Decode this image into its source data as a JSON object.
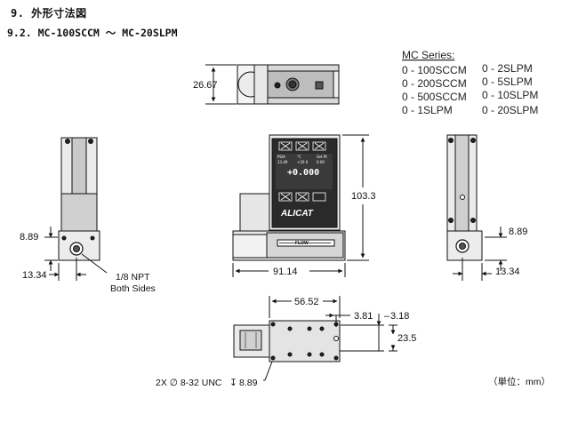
{
  "header": {
    "section": "9. 外形寸法図",
    "subsection": "9.2. MC-100SCCM ～ MC-20SLPM"
  },
  "series_box": {
    "title": "MC Series:",
    "col1": [
      "0 - 100SCCM",
      "0 - 200SCCM",
      "0 - 500SCCM",
      "0 - 1SLPM"
    ],
    "col2": [
      "0 - 2SLPM",
      "0 - 5SLPM",
      "0 - 10SLPM",
      "0 - 20SLPM"
    ]
  },
  "dimensions": {
    "top_height": "26.67",
    "height": "103.3",
    "left_port_height": "8.89",
    "left_width": "13.34",
    "front_width": "91.14",
    "right_port_height": "8.89",
    "right_width": "13.34",
    "bottom_length": "56.52",
    "bottom_offset_a": "3.81",
    "bottom_offset_b": "3.18",
    "bottom_hole_spacing": "23.5"
  },
  "notes": {
    "npt_line1": "1/8 NPT",
    "npt_line2": "Both Sides",
    "mount_thread": "2X ∅ 8-32 UNC",
    "mount_depth": "8.89",
    "depth_symbol": "↧",
    "units": "（単位：mm）"
  },
  "display": {
    "brand": "ALICAT",
    "flow_label": "FLOW",
    "readout": "+0.000",
    "small_values": [
      "13.49",
      "+20.0",
      "0.00"
    ],
    "labels": [
      "PSIA",
      "°C",
      "Set Pt"
    ]
  }
}
